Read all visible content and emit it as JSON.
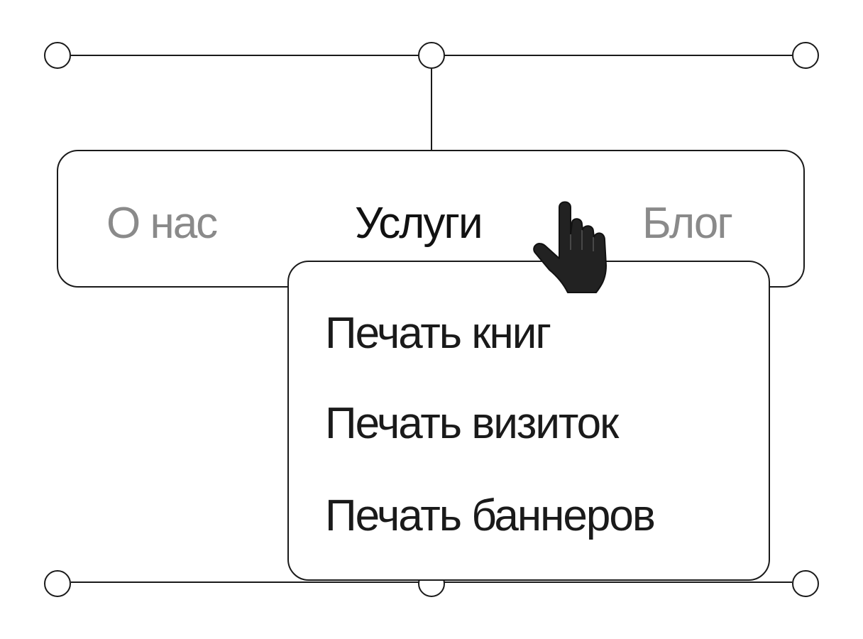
{
  "nav": {
    "items": [
      {
        "label": "О нас",
        "state": "inactive"
      },
      {
        "label": "Услуги",
        "state": "active"
      },
      {
        "label": "Блог",
        "state": "inactive"
      }
    ]
  },
  "dropdown": {
    "items": [
      {
        "label": "Печать книг"
      },
      {
        "label": "Печать визиток"
      },
      {
        "label": "Печать баннеров"
      }
    ]
  },
  "cursor": {
    "icon": "hand-pointer-icon"
  },
  "colors": {
    "stroke": "#1a1a1a",
    "active_text": "#111111",
    "inactive_text": "#8a8a8a",
    "background": "#ffffff"
  }
}
